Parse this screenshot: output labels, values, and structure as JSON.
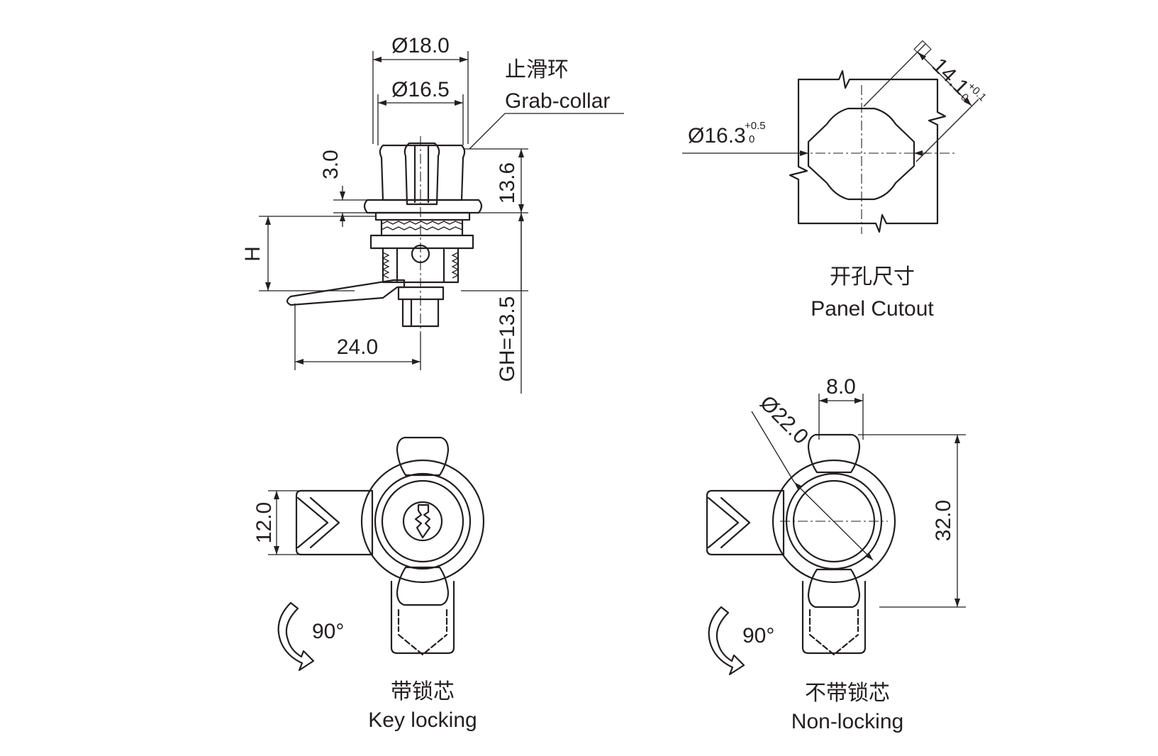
{
  "colors": {
    "ink": "#231f20",
    "background": "#ffffff"
  },
  "side_view": {
    "dia_outer": "Ø18.0",
    "dia_inner": "Ø16.5",
    "collar_cn": "止滑环",
    "collar_en": "Grab-collar",
    "dim_3": "3.0",
    "dim_136": "13.6",
    "dim_h": "H",
    "dim_24": "24.0",
    "dim_gh": "GH=13.5"
  },
  "cutout": {
    "square_symbol": "□",
    "square_value": "14.1",
    "square_tol_upper": "+0.1",
    "square_tol_lower": "0",
    "dia_value": "Ø16.3",
    "dia_tol_upper": "+0.5",
    "dia_tol_lower": "0",
    "label_cn": "开孔尺寸",
    "label_en": "Panel Cutout"
  },
  "key_locking": {
    "dim_12": "12.0",
    "rotation": "90°",
    "label_cn": "带锁芯",
    "label_en": "Key locking"
  },
  "non_locking": {
    "dim_8": "8.0",
    "dim_22": "Ø22.0",
    "dim_32": "32.0",
    "rotation": "90°",
    "label_cn": "不带锁芯",
    "label_en": "Non-locking"
  }
}
